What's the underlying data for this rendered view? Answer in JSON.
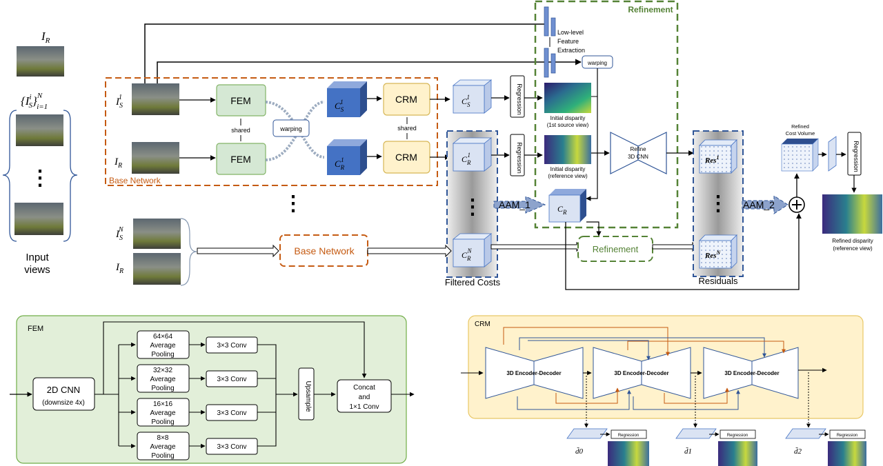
{
  "inputs": {
    "ref_label": "I",
    "ref_sub": "R",
    "src_set": "{I",
    "src_sup": "i",
    "src_sub": "S",
    "src_close": "}",
    "set_sup": "N",
    "set_sub": "i=1",
    "caption_line1": "Input",
    "caption_line2": "views",
    "ellipsis": "⋮"
  },
  "base_network": {
    "title": "Base Network",
    "row1_label": "I",
    "row1_sub": "S",
    "row1_sup": "1",
    "row2_label": "I",
    "row2_sub": "R",
    "fem": "FEM",
    "crm": "CRM",
    "shared": "shared",
    "warping": "warping",
    "cost_src": "C",
    "cost_src_sub": "S",
    "cost_src_sup": "1",
    "cost_ref": "C",
    "cost_ref_sub": "R",
    "cost_ref_sup": "1"
  },
  "filtered": {
    "title": "Filtered Costs",
    "c1_sub": "S",
    "c1_sup": "1",
    "c2_sub": "R",
    "c2_sup": "1",
    "cn_sub": "R",
    "cn_sup": "N",
    "base_network_box": "Base Network",
    "ellipsis": "⋮",
    "nth_src_sub": "S",
    "nth_src_sup": "N",
    "nth_ref_sub": "R"
  },
  "regression": "Regression",
  "initial_disparity_src_line1": "Initial disparity",
  "initial_disparity_src_line2": "(1st source view)",
  "initial_disparity_ref_line1": "Initial disparity",
  "initial_disparity_ref_line2": "(reference view)",
  "refinement": {
    "title": "Refinement",
    "low_level_line1": "Low-level",
    "low_level_line2": "Feature",
    "low_level_line3": "Extraction",
    "warping": "warping",
    "refine_line1": "Refine",
    "refine_line2": "3D CNN",
    "box": "Refinement"
  },
  "aam1": "AAM_1",
  "aam2": "AAM_2",
  "cr_hat_sub": "R",
  "residuals": {
    "title": "Residuals",
    "res1": "Res",
    "res1_sup": "1",
    "resn": "Res",
    "resn_sup": "N",
    "ellipsis": "⋮"
  },
  "refined_cost_line1": "Refined",
  "refined_cost_line2": "Cost Volume",
  "refined_disp_line1": "Refined disparity",
  "refined_disp_line2": "(reference view)",
  "fem_panel": {
    "title": "FEM",
    "cnn_line1": "2D CNN",
    "cnn_line2": "(downsize 4x)",
    "pool1": "64×64",
    "pool2": "32×32",
    "pool3": "16×16",
    "pool4": "8×8",
    "pool_line2": "Average",
    "pool_line3": "Pooling",
    "conv": "3×3 Conv",
    "upsample": "Upsample",
    "concat_line1": "Concat",
    "concat_line2": "and",
    "concat_line3": "1×1 Conv"
  },
  "crm_panel": {
    "title": "CRM",
    "enc_dec": "3D Encoder-Decoder",
    "regression": "Regression",
    "d0": "d̃0",
    "d1": "d̃1",
    "d2": "d̃2"
  },
  "colors": {
    "fem_green": "#d5e8d4",
    "crm_yellow": "#fff2cc",
    "base_network_orange": "#c55a11",
    "refinement_green": "#548235",
    "cube_blue": "#4472c4",
    "dash_blue": "#2f5597"
  }
}
